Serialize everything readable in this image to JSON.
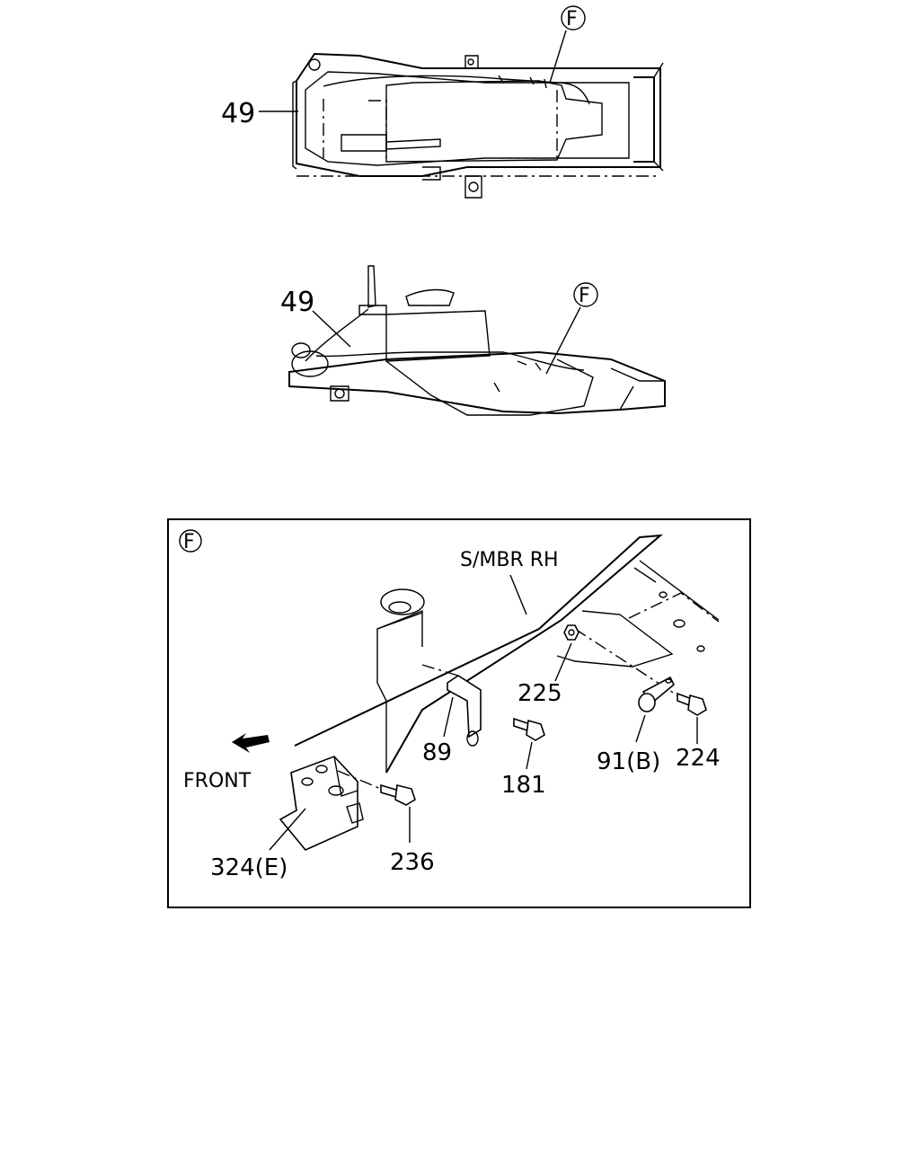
{
  "diagram": {
    "top_view": {
      "callout_part": "49",
      "detail_marker": "F"
    },
    "side_view": {
      "callout_part": "49",
      "detail_marker": "F"
    },
    "detail_f": {
      "marker": "F",
      "member_label": "S/MBR RH",
      "direction_label": "FRONT",
      "parts": {
        "p225": "225",
        "p89": "89",
        "p181": "181",
        "p91b": "91(B)",
        "p224": "224",
        "p324e": "324(E)",
        "p236": "236"
      }
    }
  }
}
